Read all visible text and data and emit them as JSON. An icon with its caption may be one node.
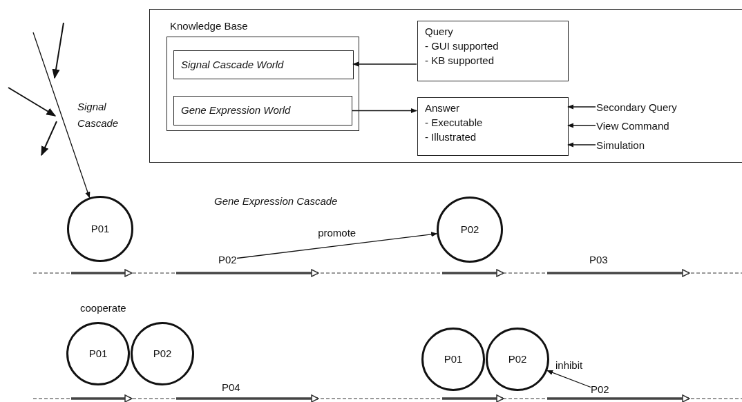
{
  "diagram": {
    "nodes": [
      {
        "text": [],
        "shape": "box"
      },
      {
        "text": [
          "Knowledge Base"
        ],
        "in": 0
      },
      {
        "text": [
          "Signal Cascade World"
        ],
        "in": 1
      },
      {
        "text": [
          "Gene Expression World"
        ],
        "in": 1
      },
      {
        "text": [
          "Query",
          "- GUI supported",
          "- KB supported"
        ],
        "in": 0
      },
      {
        "text": [
          "Answer",
          "- Executable",
          "- Illustrated"
        ],
        "in": 0
      },
      {
        "text": [
          "Secondary Query"
        ],
        "in": 0
      },
      {
        "text": [
          "View Command"
        ],
        "in": 0
      },
      {
        "text": [
          "Simulation"
        ],
        "in": 0
      },
      {
        "text": [
          "P01"
        ]
      },
      {
        "text": [
          "P02"
        ]
      },
      {
        "text": [
          "P02"
        ]
      },
      {
        "text": [
          "P01"
        ]
      },
      {
        "text": [
          "P02"
        ]
      },
      {
        "text": [
          "P01"
        ]
      },
      {
        "text": [
          "P02"
        ]
      },
      {
        "text": [
          "P02"
        ]
      }
    ],
    "edges": [
      {
        "from": 4,
        "to": 2,
        "arrow": "to"
      },
      {
        "from": 3,
        "to": 5,
        "arrow": "to"
      },
      {
        "from": 6,
        "to": 5,
        "arrow": "to"
      },
      {
        "from": 7,
        "to": 5,
        "arrow": "to"
      },
      {
        "from": 8,
        "to": 5,
        "arrow": "to"
      },
      {
        "from": null,
        "to": 9,
        "arrow": "to"
      },
      {
        "from": 11,
        "to": 10,
        "arrow": "to",
        "label": "promote"
      },
      {
        "from": 16,
        "to": 15,
        "arrow": "to",
        "label": "inhibit"
      }
    ],
    "labels": [
      "Signal Cascade",
      "Gene Expression Cascade",
      "P03",
      "cooperate",
      "P04"
    ]
  }
}
